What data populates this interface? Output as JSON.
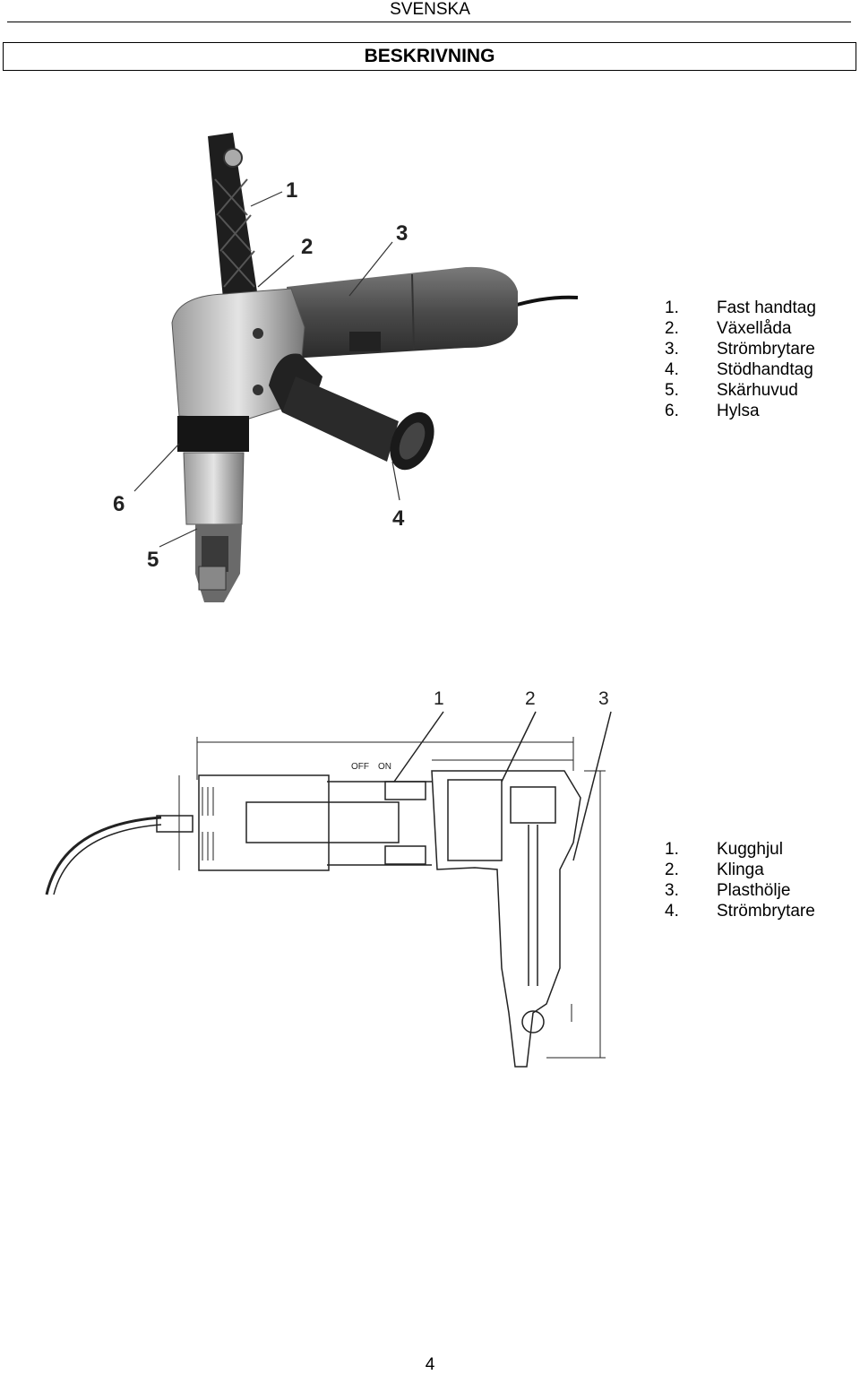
{
  "header": {
    "language": "SVENSKA"
  },
  "section": {
    "title": "BESKRIVNING"
  },
  "photo_figure": {
    "callouts": [
      "1",
      "2",
      "3",
      "4",
      "5",
      "6"
    ],
    "legend": [
      {
        "num": "1.",
        "label": "Fast handtag"
      },
      {
        "num": "2.",
        "label": "Växellåda"
      },
      {
        "num": "3.",
        "label": "Strömbrytare"
      },
      {
        "num": "4.",
        "label": "Stödhandtag"
      },
      {
        "num": "5.",
        "label": "Skärhuvud"
      },
      {
        "num": "6.",
        "label": "Hylsa"
      }
    ]
  },
  "drawing_figure": {
    "callouts": [
      "1",
      "2",
      "3"
    ],
    "dimension_labels": {
      "off": "OFF",
      "on": "ON"
    },
    "legend": [
      {
        "num": "1.",
        "label": "Kugghjul"
      },
      {
        "num": "2.",
        "label": "Klinga"
      },
      {
        "num": "3.",
        "label": "Plasthölje"
      },
      {
        "num": "4.",
        "label": "Strömbrytare"
      }
    ]
  },
  "footer": {
    "page_number": "4"
  }
}
